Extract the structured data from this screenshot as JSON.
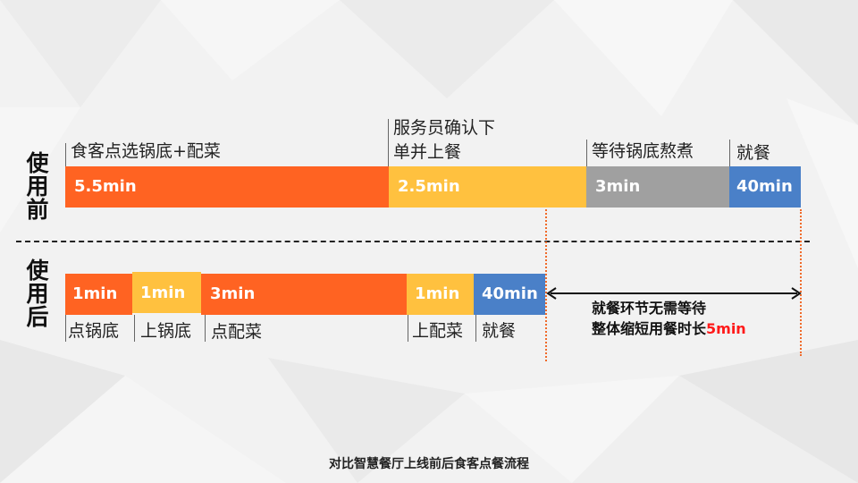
{
  "before": {
    "label": "使用前",
    "segments": [
      {
        "value": "5.5min",
        "desc": "食客点选锅底+配菜",
        "color": "#ff6322"
      },
      {
        "value": "2.5min",
        "desc_lines": [
          "服务员确认下",
          "单并上餐"
        ],
        "color": "#ffc13f"
      },
      {
        "value": "3min",
        "desc": "等待锅底熬煮",
        "color": "#a0a0a0"
      },
      {
        "value": "40min",
        "desc": "就餐",
        "color": "#4a80c8"
      }
    ]
  },
  "after": {
    "label": "使用后",
    "segments": [
      {
        "value": "1min",
        "desc": "点锅底",
        "color": "#ff6322"
      },
      {
        "value": "1min",
        "desc": "上锅底",
        "color": "#ffc13f"
      },
      {
        "value": "3min",
        "desc": "点配菜",
        "color": "#ff6322"
      },
      {
        "value": "1min",
        "desc": "上配菜",
        "color": "#ffc13f"
      },
      {
        "value": "40min",
        "desc": "就餐",
        "color": "#4a80c8"
      }
    ]
  },
  "note": {
    "line1": "就餐环节无需等待",
    "line2_prefix": "整体缩短用餐时长",
    "highlight": "5min",
    "highlight_color": "#ff1a1a"
  },
  "caption": "对比智慧餐厅上线前后食客点餐流程"
}
